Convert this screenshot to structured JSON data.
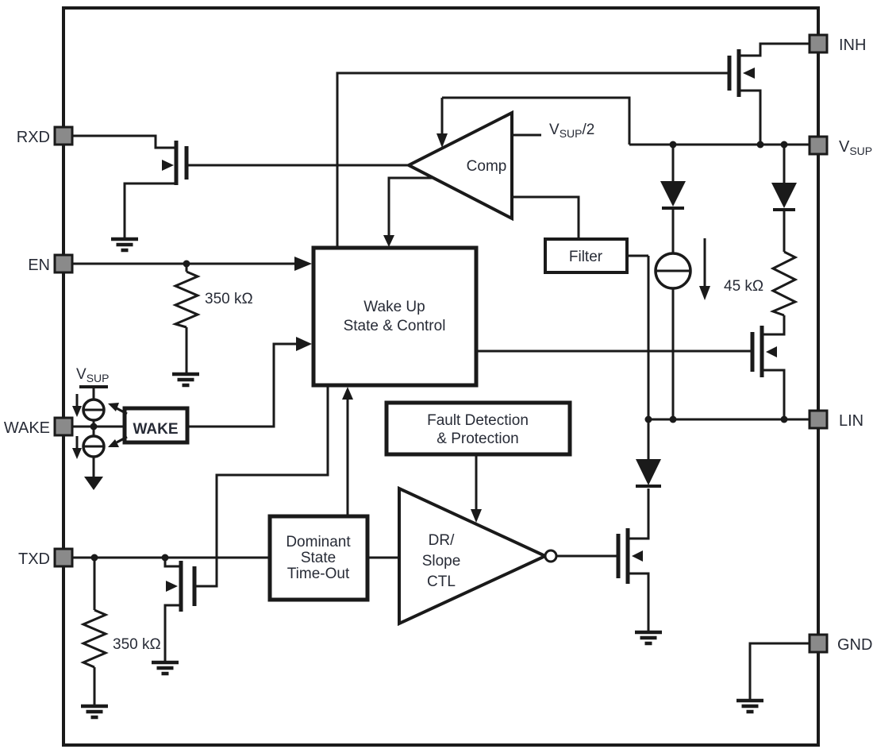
{
  "pins": {
    "rxd": "RXD",
    "en": "EN",
    "wake": "WAKE",
    "txd": "TXD",
    "inh": "INH",
    "vsup_main": "V",
    "vsup_sub": "SUP",
    "lin": "LIN",
    "gnd": "GND"
  },
  "blocks": {
    "comp": "Comp",
    "filter": "Filter",
    "wakeup1": "Wake Up",
    "wakeup2": "State & Control",
    "fault1": "Fault Detection",
    "fault2": "& Protection",
    "dominant1": "Dominant",
    "dominant2": "State",
    "dominant3": "Time-Out",
    "drslope1": "DR/",
    "drslope2": "Slope",
    "drslope3": "CTL",
    "wake_box": "WAKE"
  },
  "values": {
    "r_en": "350 kΩ",
    "r_txd": "350 kΩ",
    "r_lin": "45 kΩ"
  },
  "refs": {
    "vsup_half_main": "V",
    "vsup_half_sub": "SUP",
    "vsup_half_suffix": "/2",
    "vsup_wake_main": "V",
    "vsup_wake_sub": "SUP"
  },
  "colors": {
    "wire": "#1a1a1a",
    "text": "#272b36",
    "pin_fill": "#8a8a8a",
    "background": "#ffffff"
  }
}
